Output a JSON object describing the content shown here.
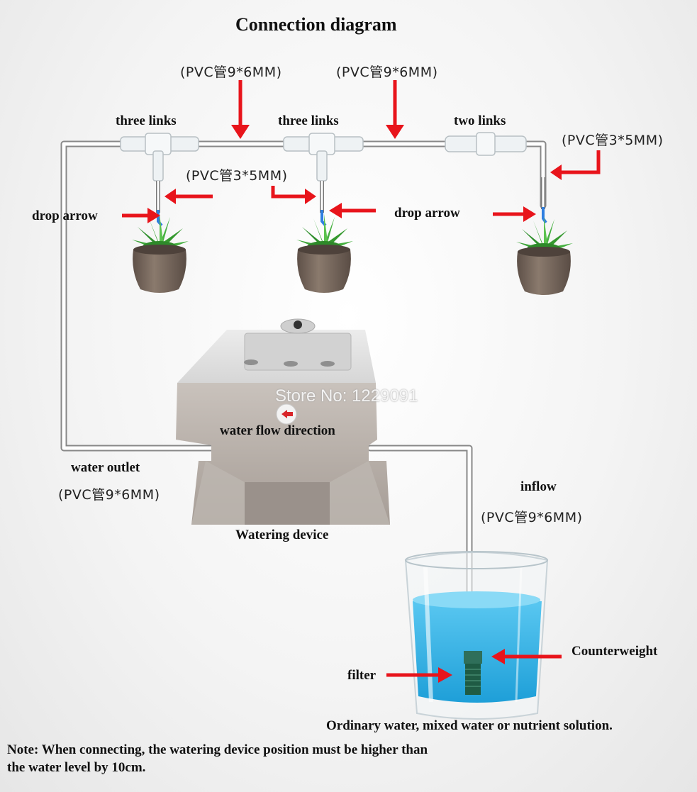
{
  "title": "Connection diagram",
  "pvc_9x6": "(PVC管9*6MM)",
  "pvc_3x5": "(PVC管3*5MM)",
  "connectors": {
    "three_links_1": "three links",
    "three_links_2": "three links",
    "two_links": "two links"
  },
  "drop_arrow_left": "drop arrow",
  "drop_arrow_mid": "drop arrow",
  "water_flow_direction": "water flow direction",
  "water_outlet": "water outlet",
  "watering_device": "Watering device",
  "inflow": "inflow",
  "counterweight": "Counterweight",
  "filter": "filter",
  "solution_note": "Ordinary water, mixed water or nutrient solution.",
  "note_line1": "Note: When connecting, the watering device position must be higher than",
  "note_line2": "the water level by 10cm.",
  "watermark": "Store No: 1229091",
  "colors": {
    "arrow": "#e8141b",
    "water": "#34b8ec",
    "pot": "#7a6a5e",
    "leaf": "#3fa63a",
    "device": "#b9b1ab"
  }
}
